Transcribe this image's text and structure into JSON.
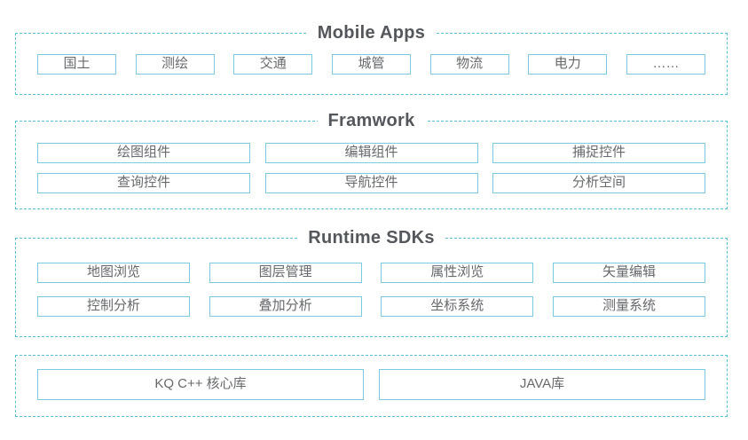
{
  "colors": {
    "background": "#ffffff",
    "container_border": "#57c1d2",
    "box_border": "#7ccadf",
    "box_text": "#67696c",
    "title_text": "#54575b"
  },
  "sections": [
    {
      "title": "Mobile Apps",
      "rows": [
        [
          "国土",
          "测绘",
          "交通",
          "城管",
          "物流",
          "电力",
          "……"
        ]
      ]
    },
    {
      "title": "Framwork",
      "rows": [
        [
          "绘图组件",
          "编辑组件",
          "捕捉控件"
        ],
        [
          "查询控件",
          "导航控件",
          "分析空间"
        ]
      ]
    },
    {
      "title": "Runtime SDKs",
      "rows": [
        [
          "地图浏览",
          "图层管理",
          "属性浏览",
          "矢量编辑"
        ],
        [
          "控制分析",
          "叠加分析",
          "坐标系统",
          "测量系统"
        ]
      ]
    },
    {
      "title": "",
      "rows": [
        [
          "KQ C++ 核心库",
          "JAVA库"
        ]
      ]
    }
  ]
}
